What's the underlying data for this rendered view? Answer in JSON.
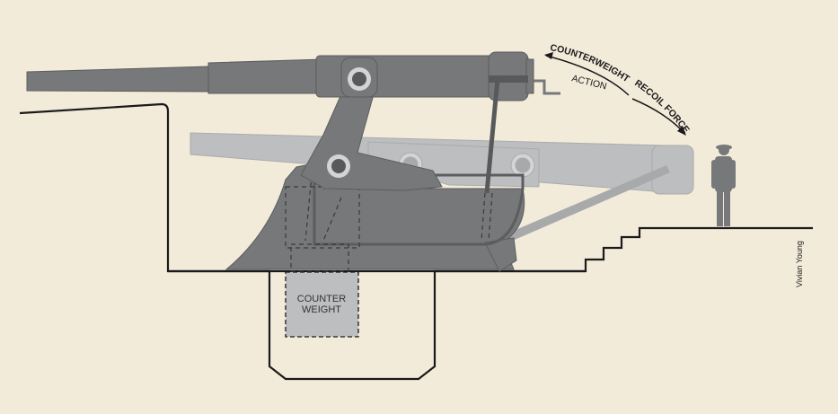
{
  "labels": {
    "counterweight_action_line1": "COUNTERWEIGHT",
    "counterweight_action_line2": "ACTION",
    "recoil_force": "RECOIL FORCE",
    "counter_weight_line1": "COUNTER",
    "counter_weight_line2": "WEIGHT",
    "credit": "Vivian Young"
  },
  "colors": {
    "background": "#f3ebda",
    "gun_raised": "#77787a",
    "gun_lowered": "#bcbec0",
    "counterweight": "#bcbec0",
    "ground_line": "#1a1a1a"
  }
}
